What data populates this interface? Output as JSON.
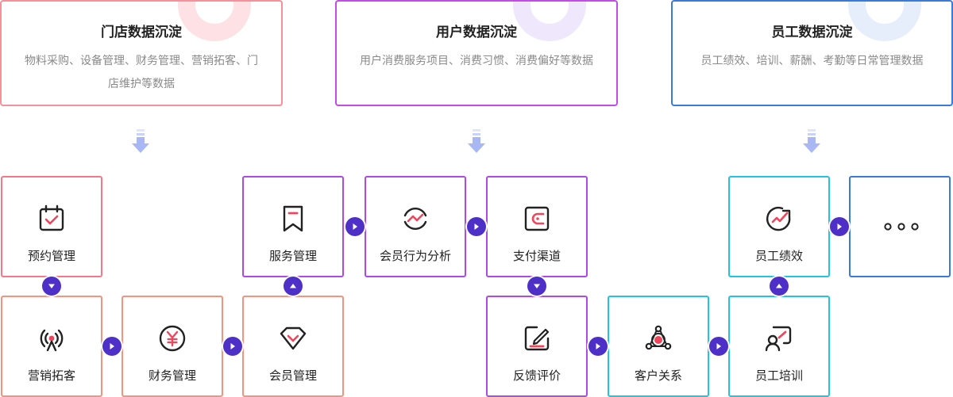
{
  "top_cards": [
    {
      "title": "门店数据沉淀",
      "desc": "物料采购、设备管理、财务管理、营销拓客、门店维护等数据"
    },
    {
      "title": "用户数据沉淀",
      "desc": "用户消费服务项目、消费习惯、消费偏好等数据"
    },
    {
      "title": "员工数据沉淀",
      "desc": "员工绩效、培训、薪酬、考勤等日常管理数据"
    }
  ],
  "boxes": [
    {
      "label": "预约管理",
      "icon": "calendar-check-icon"
    },
    {
      "label": "营销拓客",
      "icon": "broadcast-icon"
    },
    {
      "label": "财务管理",
      "icon": "yen-icon"
    },
    {
      "label": "会员管理",
      "icon": "diamond-icon"
    },
    {
      "label": "服务管理",
      "icon": "bookmark-icon"
    },
    {
      "label": "会员行为分析",
      "icon": "trend-circle-icon"
    },
    {
      "label": "支付渠道",
      "icon": "wallet-icon"
    },
    {
      "label": "反馈评价",
      "icon": "edit-icon"
    },
    {
      "label": "客户关系",
      "icon": "network-icon"
    },
    {
      "label": "员工培训",
      "icon": "training-icon"
    },
    {
      "label": "员工绩效",
      "icon": "growth-icon"
    },
    {
      "label": "",
      "icon": "more-icon"
    }
  ],
  "colors": {
    "pink": "#f7778a",
    "salmon": "#f5947e",
    "purple": "#b048e6",
    "cyan": "#22c4e6",
    "blue": "#3a7bd9",
    "connector": "#4e2fc7",
    "icon_accent": "#f0455a",
    "arrow": "#a9b7f5"
  }
}
